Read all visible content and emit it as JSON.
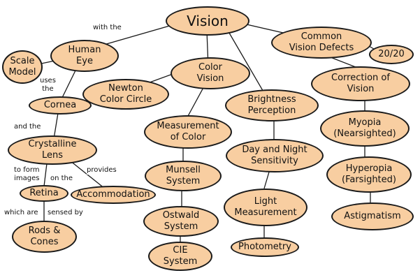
{
  "concept_map": {
    "nodes": {
      "vision": "Vision",
      "human_eye": "Human\nEye",
      "scale_model": "Scale\nModel",
      "cornea": "Cornea",
      "crystalline_lens": "Crystalline\nLens",
      "retina": "Retina",
      "rods_cones": "Rods &\nCones",
      "accommodation": "Accommodation",
      "color_vision": "Color\nVision",
      "newton_circle": "Newton\nColor Circle",
      "measurement_color": "Measurement\nof Color",
      "munsell": "Munsell\nSystem",
      "ostwald": "Ostwald\nSystem",
      "cie": "CIE\nSystem",
      "brightness": "Brightness\nPerception",
      "day_night": "Day and Night\nSensitivity",
      "light_measurement": "Light\nMeasurement",
      "photometry": "Photometry",
      "common_defects": "Common\nVision Defects",
      "twenty_twenty": "20/20",
      "correction": "Correction of\nVision",
      "myopia": "Myopia\n(Nearsighted)",
      "hyperopia": "Hyperopia\n(Farsighted)",
      "astigmatism": "Astigmatism"
    },
    "link_labels": {
      "with_the": "with the",
      "uses_the": "uses\nthe",
      "and_the": "and the",
      "to_form_images": "to form\nimages",
      "on_the": "on the",
      "provides": "provides",
      "which_are": "which are",
      "sensed_by": "sensed by"
    }
  }
}
